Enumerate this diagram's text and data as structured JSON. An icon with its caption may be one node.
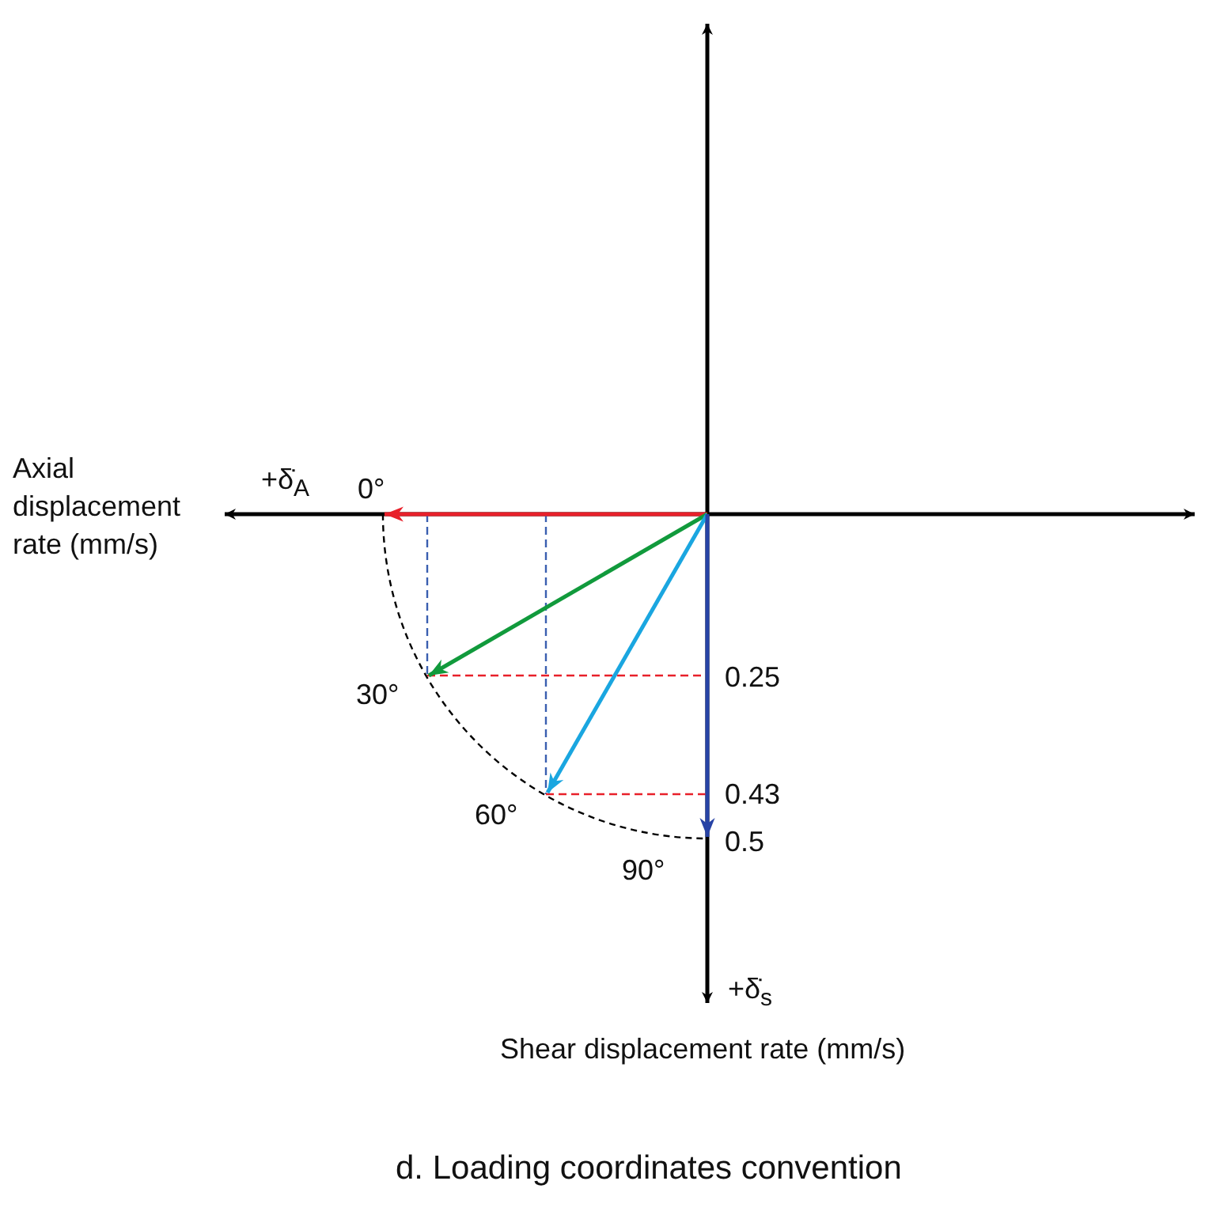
{
  "diagram": {
    "caption": "d. Loading coordinates convention",
    "labels": [
      "Axial displacement rate (mm/s)",
      "+δ̇$_{A}$",
      "0°",
      "30°",
      "0.25",
      "60°",
      "0.43",
      "0.5",
      "90°",
      "+δ̇$_{s}$",
      "Shear displacement rate (mm/s)"
    ]
  }
}
